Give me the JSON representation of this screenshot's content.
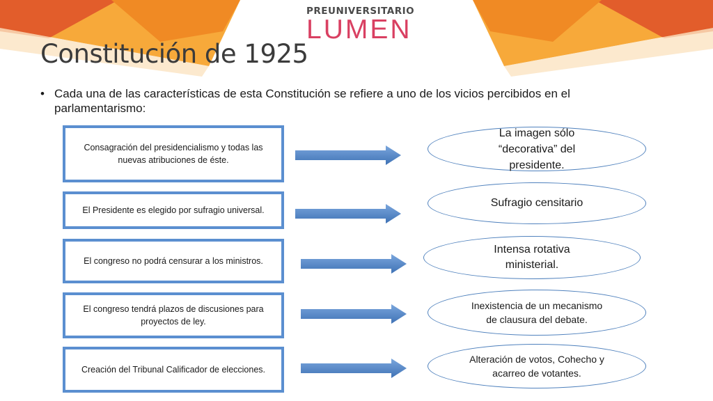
{
  "logo": {
    "top_text": "PREUNIVERSITARIO",
    "main_text": "LUMEN"
  },
  "slide": {
    "title": "Constitución de 1925",
    "bullet": "Cada una de las características de esta Constitución se refiere a uno de los vicios percibidos en el parlamentarismo:"
  },
  "left_boxes": [
    "Consagración del presidencialismo y todas las nuevas atribuciones de éste.",
    "El Presidente es elegido por sufragio universal.",
    "El congreso no podrá censurar a los ministros.",
    "El congreso tendrá plazos de discusiones para proyectos de ley.",
    "Creación del Tribunal Calificador de elecciones."
  ],
  "right_ovals": [
    "La imagen sólo “decorativa” del presidente.",
    "Sufragio censitario",
    "Intensa rotativa ministerial.",
    "Inexistencia de un mecanismo de clausura del debate.",
    "Alteración de votos, Cohecho y acarreo de votantes."
  ],
  "colors": {
    "box_border": "#5b8fd0",
    "arrow": "#4f81bd",
    "oval_border": "#4f81bd",
    "logo_accent": "#d94062",
    "banner_orange": "#f08a24",
    "banner_red": "#e0522a"
  }
}
